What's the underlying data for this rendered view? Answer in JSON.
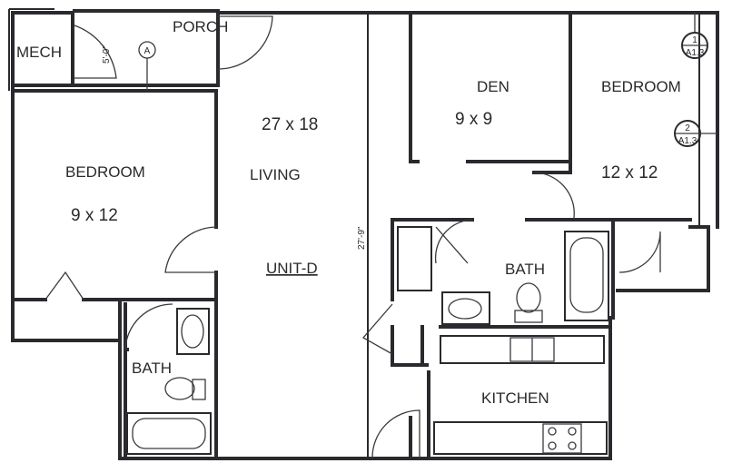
{
  "rooms": {
    "mech": "MECH",
    "porch": "PORCH",
    "porch_dim": "5'-0\"",
    "porch_marker": "A",
    "living": "LIVING",
    "living_size": "27 x 18",
    "unit": "UNIT-D",
    "overall_dim": "27'-9\"",
    "bedroom_left": "BEDROOM",
    "bedroom_left_size": "9 x 12",
    "bath_left": "BATH",
    "den": "DEN",
    "den_size": "9 x 9",
    "bedroom_right": "BEDROOM",
    "bedroom_right_size": "12 x 12",
    "bath_center": "BATH",
    "kitchen": "KITCHEN"
  },
  "section_markers": [
    {
      "number": "1",
      "sheet": "A1.3"
    },
    {
      "number": "2",
      "sheet": "A1.3"
    }
  ],
  "colors": {
    "ink": "#2a2a2e",
    "paper": "#ffffff"
  }
}
